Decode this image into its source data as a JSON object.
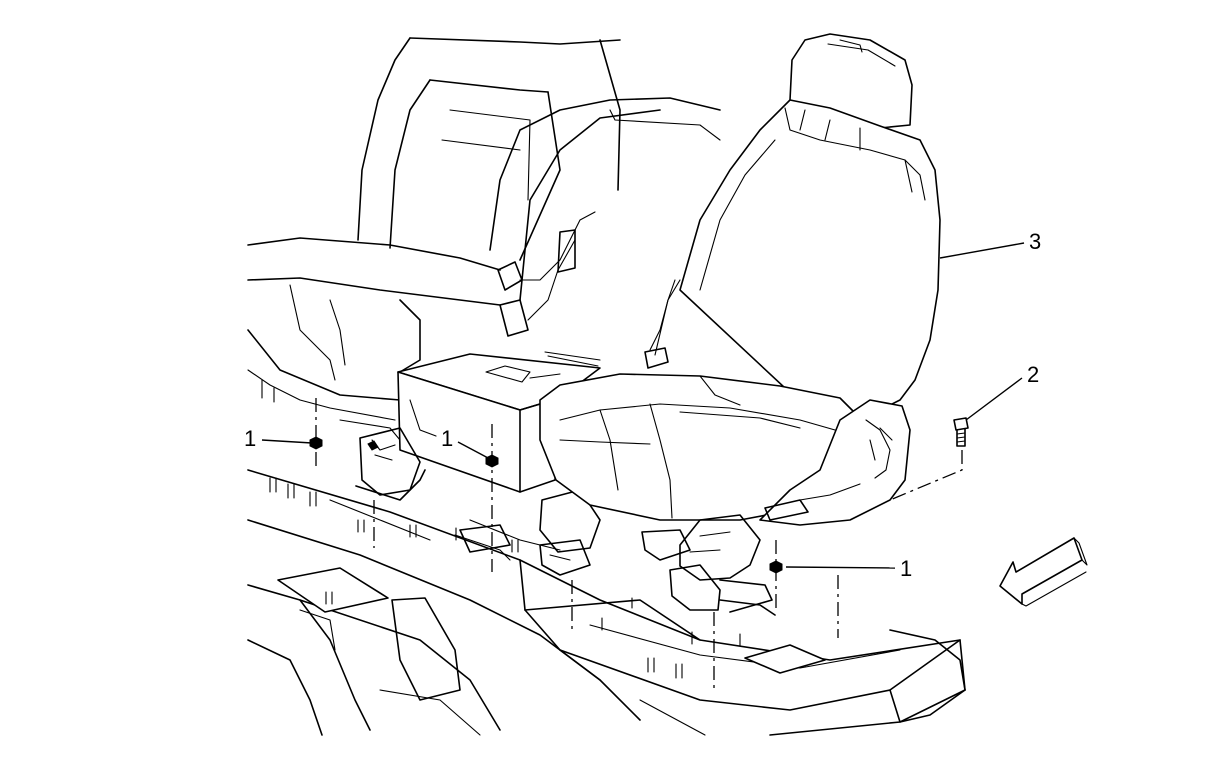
{
  "callouts": {
    "nut_rear_left": "1",
    "nut_center": "1",
    "nut_front_right": "1",
    "bolt": "2",
    "seat": "3"
  },
  "colors": {
    "line": "#000000",
    "background": "#ffffff"
  },
  "icons": {
    "direction_arrow": "front-direction-arrow-icon"
  }
}
